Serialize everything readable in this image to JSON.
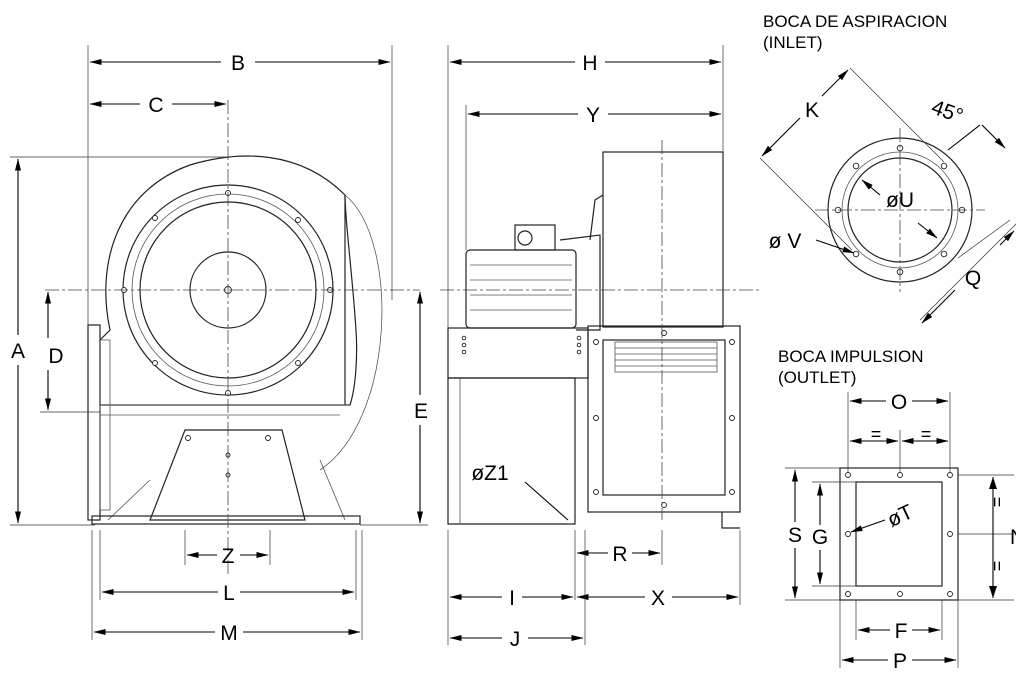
{
  "inlet": {
    "title_es": "BOCA DE ASPIRACION",
    "title_en": "(INLET)",
    "angle": "45°",
    "k": "K",
    "q": "Q",
    "u": "øU",
    "v": "ø V"
  },
  "outlet": {
    "title_es": "BOCA IMPULSION",
    "title_en": "(OUTLET)",
    "o": "O",
    "eq": "=",
    "s": "S",
    "g": "G",
    "t": "øT",
    "n": "N",
    "f": "F",
    "p": "P"
  },
  "front": {
    "a": "A",
    "b": "B",
    "c": "C",
    "d": "D",
    "e": "E",
    "z": "Z",
    "l": "L",
    "m": "M"
  },
  "side": {
    "h": "H",
    "y": "Y",
    "z1": "øZ1",
    "r": "R",
    "i": "I",
    "x": "X",
    "j": "J"
  }
}
